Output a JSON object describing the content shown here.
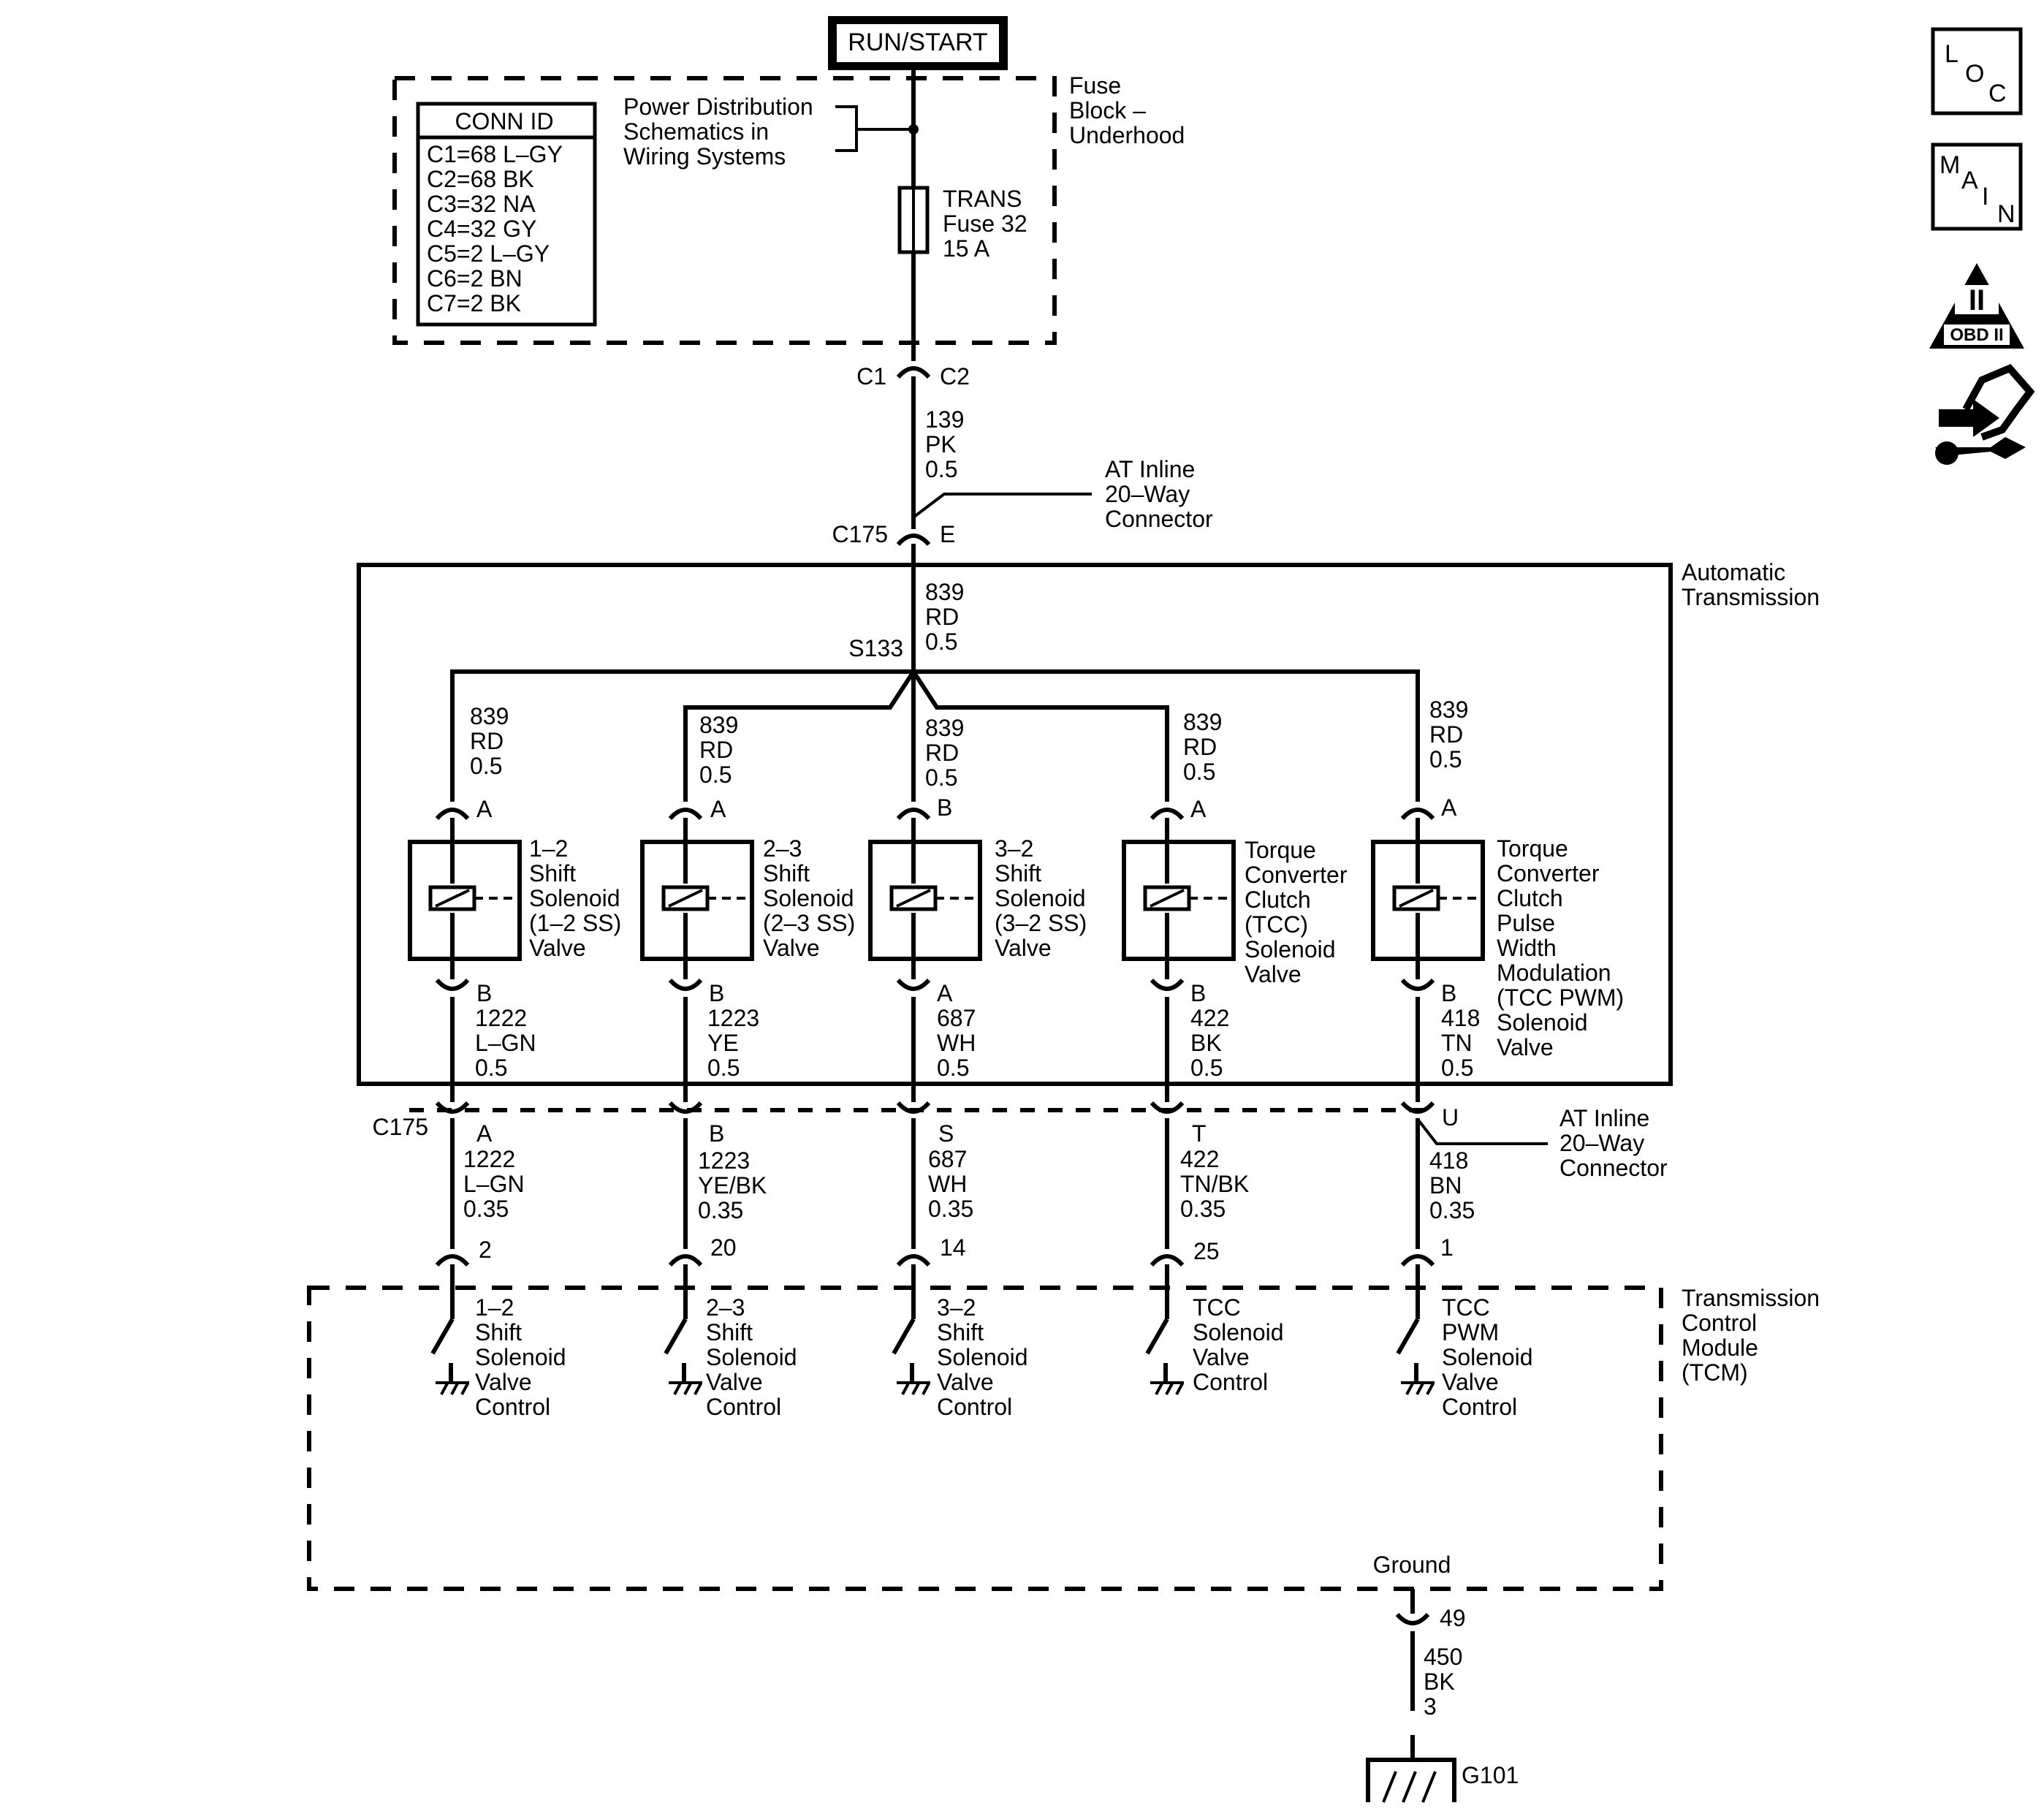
{
  "power": {
    "source_label": "RUN/START",
    "fuse_block_label": [
      "Fuse",
      "Block –",
      "Underhood"
    ],
    "power_dist_ref": [
      "Power Distribution",
      "Schematics in",
      "Wiring Systems"
    ],
    "fuse_label": [
      "TRANS",
      "Fuse 32",
      "15 A"
    ]
  },
  "conn_id": {
    "title": "CONN ID",
    "entries": [
      "C1=68 L–GY",
      "C2=68 BK",
      "C3=32 NA",
      "C4=32 GY",
      "C5=2 L–GY",
      "C6=2 BN",
      "C7=2 BK"
    ]
  },
  "feed": {
    "c1": "C1",
    "c2": "C2",
    "wire_top": [
      "139",
      "PK",
      "0.5"
    ],
    "c175_label": "C175",
    "c175_top_pin": "E",
    "inline_conn_label": [
      "AT Inline",
      "20–Way",
      "Connector"
    ],
    "wire_trans": [
      "839",
      "RD",
      "0.5"
    ],
    "splice": "S133"
  },
  "transmission": {
    "label": [
      "Automatic",
      "Transmission"
    ]
  },
  "solenoids": [
    {
      "feed_wire": [
        "839",
        "RD",
        "0.5"
      ],
      "top_pin": "A",
      "name": [
        "1–2",
        "Shift",
        "Solenoid",
        "(1–2 SS)",
        "Valve"
      ],
      "bot_pin": "B",
      "out_wire": [
        "1222",
        "L–GN",
        "0.5"
      ],
      "c175_pin": "A",
      "harness_wire": [
        "1222",
        "L–GN",
        "0.35"
      ],
      "tcm_pin": "2",
      "tcm_label": [
        "1–2",
        "Shift",
        "Solenoid",
        "Valve",
        "Control"
      ]
    },
    {
      "feed_wire": [
        "839",
        "RD",
        "0.5"
      ],
      "top_pin": "A",
      "name": [
        "2–3",
        "Shift",
        "Solenoid",
        "(2–3 SS)",
        "Valve"
      ],
      "bot_pin": "B",
      "out_wire": [
        "1223",
        "YE",
        "0.5"
      ],
      "c175_pin": "B",
      "harness_wire": [
        "1223",
        "YE/BK",
        "0.35"
      ],
      "tcm_pin": "20",
      "tcm_label": [
        "2–3",
        "Shift",
        "Solenoid",
        "Valve",
        "Control"
      ]
    },
    {
      "feed_wire": [
        "839",
        "RD",
        "0.5"
      ],
      "top_pin": "B",
      "name": [
        "3–2",
        "Shift",
        "Solenoid",
        "(3–2 SS)",
        "Valve"
      ],
      "bot_pin": "A",
      "out_wire": [
        "687",
        "WH",
        "0.5"
      ],
      "c175_pin": "S",
      "harness_wire": [
        "687",
        "WH",
        "0.35"
      ],
      "tcm_pin": "14",
      "tcm_label": [
        "3–2",
        "Shift",
        "Solenoid",
        "Valve",
        "Control"
      ]
    },
    {
      "feed_wire": [
        "839",
        "RD",
        "0.5"
      ],
      "top_pin": "A",
      "name": [
        "Torque",
        "Converter",
        "Clutch",
        "(TCC)",
        "Solenoid",
        "Valve"
      ],
      "bot_pin": "B",
      "out_wire": [
        "422",
        "BK",
        "0.5"
      ],
      "c175_pin": "T",
      "harness_wire": [
        "422",
        "TN/BK",
        "0.35"
      ],
      "tcm_pin": "25",
      "tcm_label": [
        "TCC",
        "Solenoid",
        "Valve",
        "Control"
      ]
    },
    {
      "feed_wire": [
        "839",
        "RD",
        "0.5"
      ],
      "top_pin": "A",
      "name": [
        "Torque",
        "Converter",
        "Clutch",
        "Pulse",
        "Width",
        "Modulation",
        "(TCC PWM)",
        "Solenoid",
        "Valve"
      ],
      "bot_pin": "B",
      "out_wire": [
        "418",
        "TN",
        "0.5"
      ],
      "c175_pin": "U",
      "harness_wire": [
        "418",
        "BN",
        "0.35"
      ],
      "tcm_pin": "1",
      "tcm_label": [
        "TCC",
        "PWM",
        "Solenoid",
        "Valve",
        "Control"
      ]
    }
  ],
  "lower_conn": {
    "label": "C175",
    "inline_label": [
      "AT Inline",
      "20–Way",
      "Connector"
    ]
  },
  "tcm": {
    "label": [
      "Transmission",
      "Control",
      "Module",
      "(TCM)"
    ],
    "ground_label": "Ground",
    "ground_pin": "49",
    "ground_wire": [
      "450",
      "BK",
      "3"
    ],
    "ground_point": "G101"
  },
  "nav": {
    "loc": [
      "L",
      "O",
      "C"
    ],
    "main": [
      "M",
      "A",
      "I",
      "N"
    ],
    "obd_numeral": "II",
    "obd_text": "OBD II"
  },
  "icons": [
    "loc-icon",
    "main-icon",
    "obd-ii-icon",
    "connector-tool-icon"
  ]
}
